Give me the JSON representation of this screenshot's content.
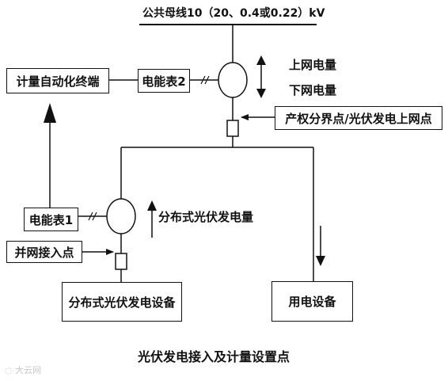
{
  "bus_label": "公共母线10（20、0.4或0.22）kV",
  "boxes": {
    "terminal": "计量自动化终端",
    "meter2": "电能表2",
    "boundary_point": "产权分界点/光伏发电上网点",
    "meter1": "电能表1",
    "grid_point": "并网接入点",
    "pv_equipment": "分布式光伏发电设备",
    "load_equipment": "用电设备"
  },
  "labels": {
    "up_grid": "上网电量",
    "down_grid": "下网电量",
    "pv_generation": "分布式光伏发电量"
  },
  "caption": "光伏发电接入及计量设置点",
  "watermark": "大云网"
}
